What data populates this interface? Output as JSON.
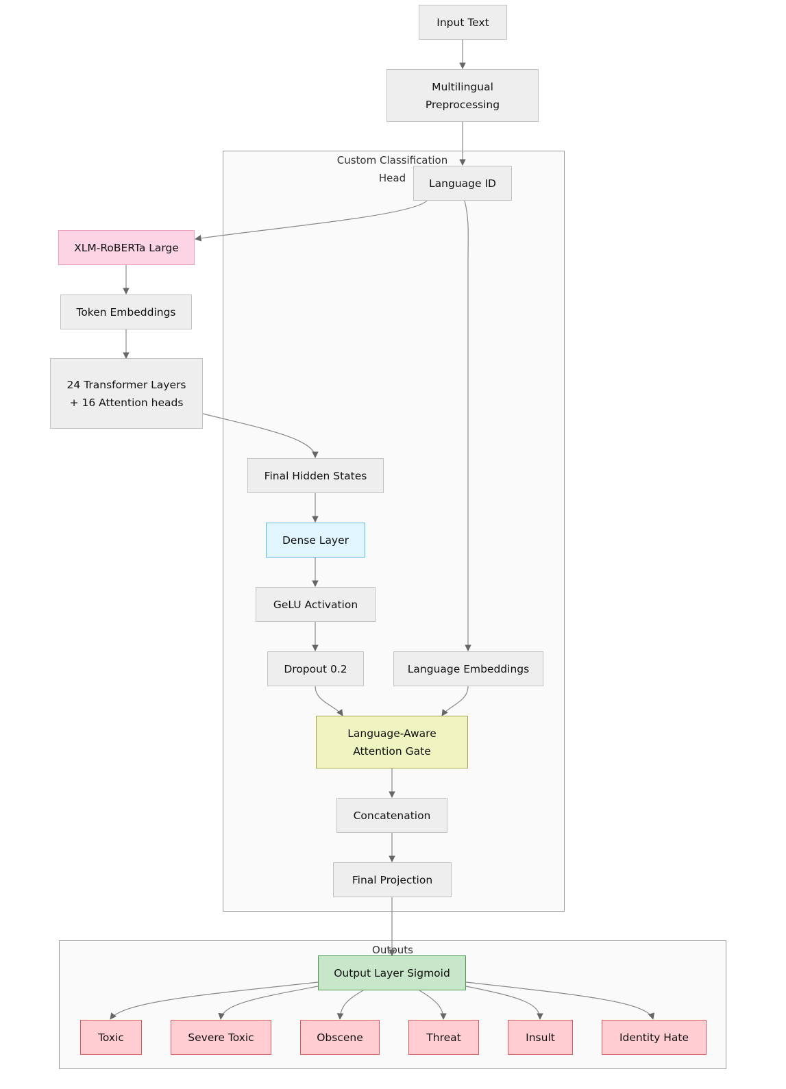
{
  "clusters": {
    "head": "Custom Classification Head",
    "outputs": "Outputs"
  },
  "nodes": {
    "input_text": "Input Text",
    "preprocessing": "Multilingual Preprocessing",
    "language_id": "Language ID",
    "xlmr": "XLM-RoBERTa Large",
    "token_embeddings": "Token Embeddings",
    "transformer_layers": "24 Transformer Layers + 16 Attention heads",
    "final_hidden": "Final Hidden States",
    "dense": "Dense Layer",
    "gelu": "GeLU Activation",
    "dropout": "Dropout 0.2",
    "lang_embeddings": "Language Embeddings",
    "attention_gate": "Language-Aware Attention Gate",
    "concat": "Concatenation",
    "final_projection": "Final Projection",
    "output_sigmoid": "Output Layer Sigmoid",
    "toxic": "Toxic",
    "severe_toxic": "Severe Toxic",
    "obscene": "Obscene",
    "threat": "Threat",
    "insult": "Insult",
    "identity_hate": "Identity Hate"
  },
  "colors": {
    "edge": "#666666",
    "cluster_fill": "#fafafa",
    "xlmr": "#fcd4e3",
    "dense": "#e0f5fd",
    "attention_gate": "#f0f4c0",
    "output_sigmoid": "#c8e6c9",
    "labels": "#ffcdd2"
  }
}
